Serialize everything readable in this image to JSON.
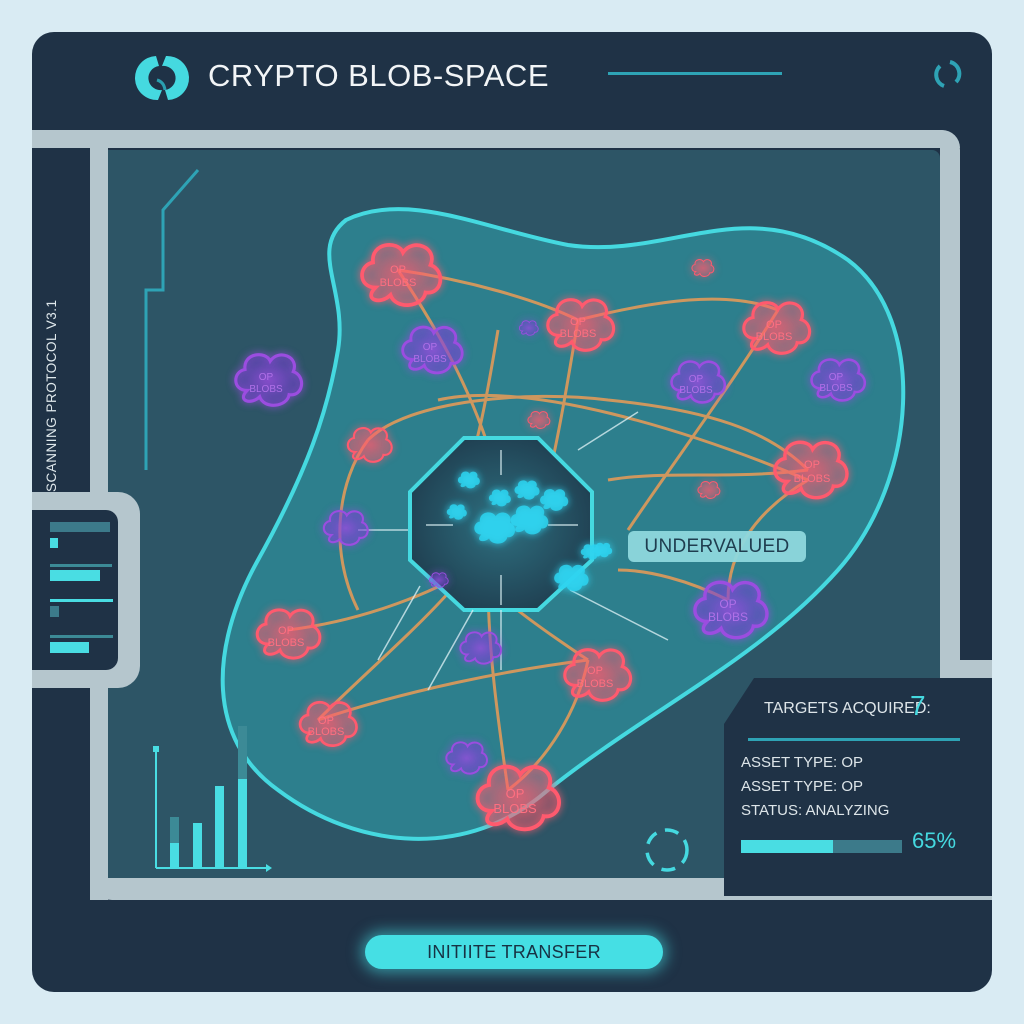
{
  "app": {
    "title": "CRYPTO BLOB-SPACE",
    "logo_icon": "refresh-swirl-icon",
    "status_icon": "loading-spinner-icon"
  },
  "sidebar": {
    "vertical_label": "SCANNING PROTOCOL V3.1",
    "mini_bars": [
      {
        "width": 60,
        "tone": "dim"
      },
      {
        "width": 8,
        "tone": "bright"
      },
      {
        "width": 62,
        "tone": "dim-thin"
      },
      {
        "width": 50,
        "tone": "bright"
      },
      {
        "width": 63,
        "tone": "bright-thin"
      },
      {
        "width": 9,
        "tone": "dim"
      },
      {
        "width": 63,
        "tone": "dim-thin"
      },
      {
        "width": 39,
        "tone": "bright"
      }
    ]
  },
  "map": {
    "tag_label": "UNDERVALUED",
    "blob_label_line1": "OP",
    "blob_label_line2": "BLOBS",
    "colors": {
      "region_fill": "#2e8794",
      "region_stroke": "#45d9e0",
      "blob_red": "#ff5a6e",
      "blob_purple": "#9b4de0",
      "blob_cyan": "#2ed3f0",
      "connector": "#e09a5a"
    }
  },
  "mini_chart": {
    "type": "bar",
    "bars": [
      {
        "value": 48,
        "ghost": 77
      },
      {
        "value": 60
      },
      {
        "value": 97
      },
      {
        "value": 120,
        "ghost": 173
      }
    ]
  },
  "stats": {
    "targets_label": "TARGETS ACQUIRED:",
    "targets_count": "7",
    "asset_type_1": "ASSET TYPE: OP",
    "asset_type_2": "ASSET TYPE: OP",
    "status": "STATUS: ANALYZING",
    "progress_percent": 65,
    "progress_label": "65%"
  },
  "actions": {
    "primary_label": "INITIITE TRANSFER"
  },
  "theme": {
    "page_bg": "#d9ebf3",
    "frame_bg": "#1f3246",
    "panel_bg": "#2d5566",
    "border_light": "#b5c6cd",
    "accent": "#45dfe4"
  }
}
